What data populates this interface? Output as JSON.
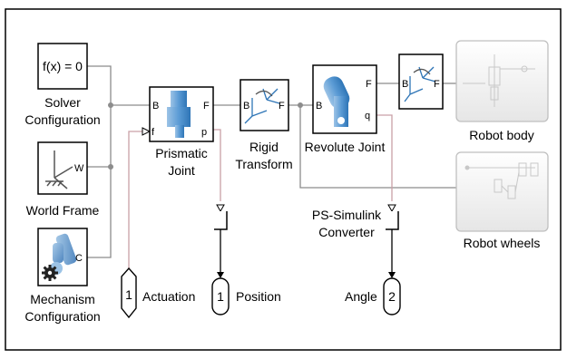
{
  "blocks": {
    "solver": {
      "icon_text": "f(x) = 0",
      "label_line1": "Solver",
      "label_line2": "Configuration"
    },
    "world_frame": {
      "port": "W",
      "label": "World Frame"
    },
    "mechanism": {
      "port": "C",
      "label_line1": "Mechanism",
      "label_line2": "Configuration"
    },
    "prismatic": {
      "port_b": "B",
      "port_f": "F",
      "port_in": "f",
      "port_p": "p",
      "label_line1": "Prismatic",
      "label_line2": "Joint"
    },
    "rigid_transform": {
      "port_b": "B",
      "port_f": "F",
      "label_line1": "Rigid",
      "label_line2": "Transform"
    },
    "revolute": {
      "port_b": "B",
      "port_f": "F",
      "port_q": "q",
      "label": "Revolute Joint"
    },
    "transform2": {
      "port_b": "B",
      "port_f": "F"
    },
    "robot_body": {
      "label": "Robot body"
    },
    "robot_wheels": {
      "label": "Robot wheels"
    },
    "ps_simulink": {
      "label_line1": "PS-Simulink",
      "label_line2": "Converter"
    },
    "actuation": {
      "number": "1",
      "label": "Actuation"
    },
    "position": {
      "number": "1",
      "label": "Position"
    },
    "angle": {
      "number": "2",
      "label": "Angle"
    }
  }
}
